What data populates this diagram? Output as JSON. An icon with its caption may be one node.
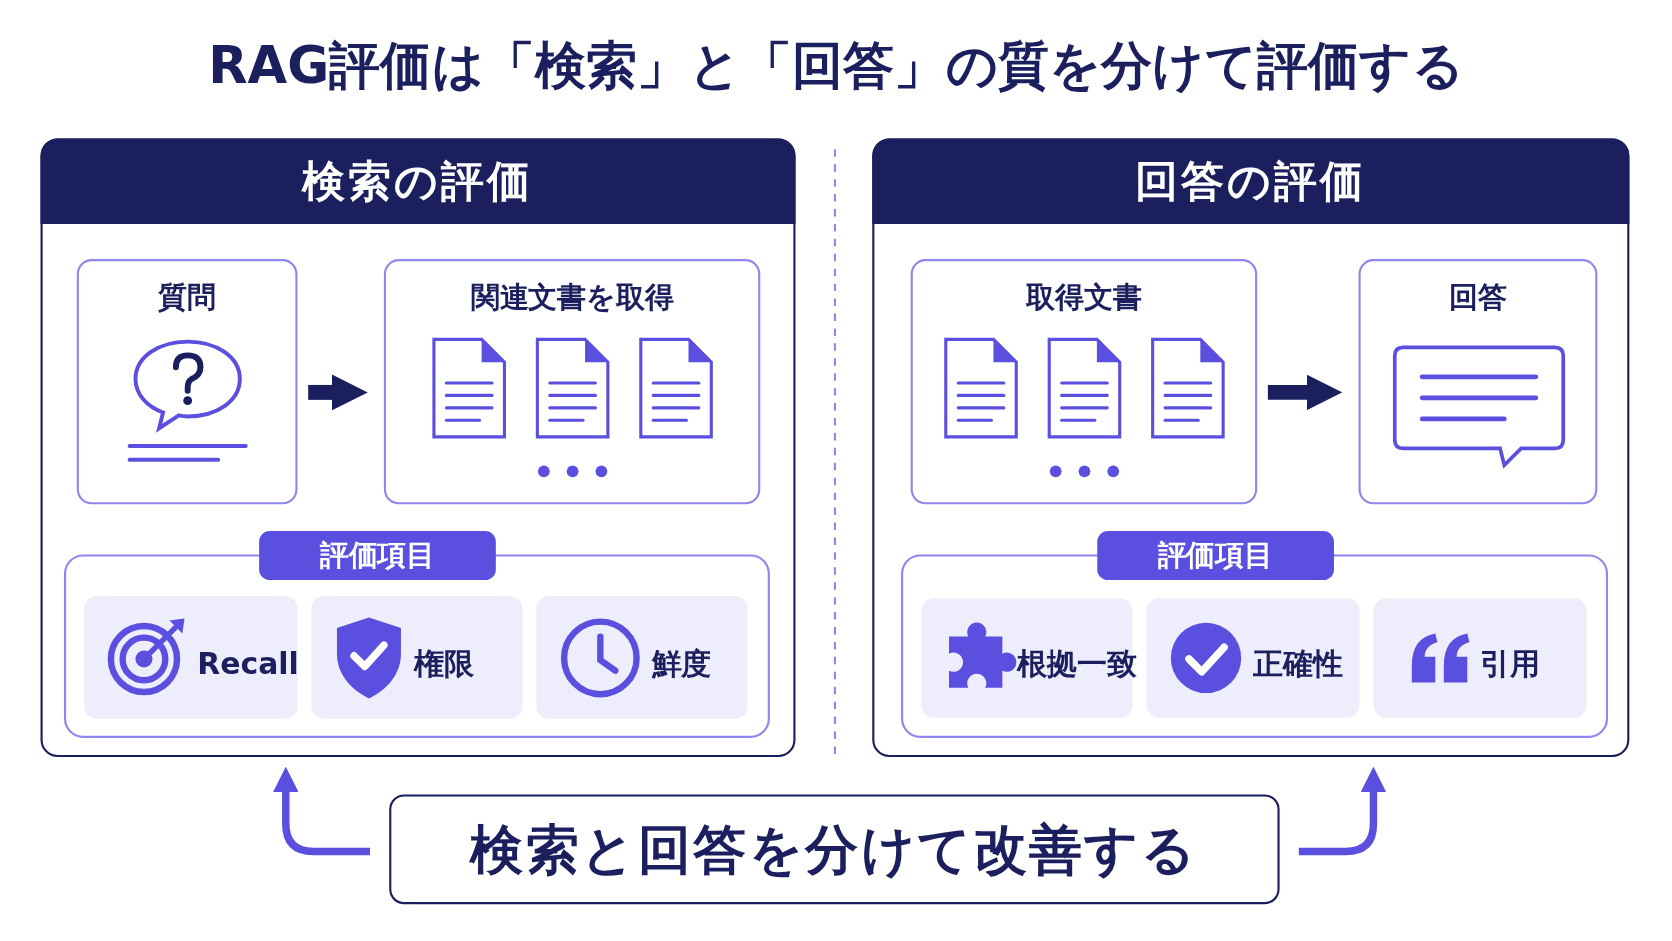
{
  "diagram": {
    "title": "RAG評価は「検索」と「回答」の質を分けて評価する",
    "nodes": [
      {
        "text": [
          "検索の評価"
        ]
      },
      {
        "text": [
          "質問"
        ],
        "in": 0
      },
      {
        "text": [
          "関連文書を取得"
        ],
        "in": 0
      },
      {
        "text": [
          "評価項目"
        ],
        "in": 0
      },
      {
        "text": [
          "Recall"
        ],
        "in": 3
      },
      {
        "text": [
          "権限"
        ],
        "in": 3
      },
      {
        "text": [
          "鮮度"
        ],
        "in": 3
      },
      {
        "text": [
          "回答の評価"
        ]
      },
      {
        "text": [
          "取得文書"
        ],
        "in": 7
      },
      {
        "text": [
          "回答"
        ],
        "in": 7
      },
      {
        "text": [
          "評価項目"
        ],
        "in": 7
      },
      {
        "text": [
          "根拠一致"
        ],
        "in": 10
      },
      {
        "text": [
          "正確性"
        ],
        "in": 10
      },
      {
        "text": [
          "引用"
        ],
        "in": 10
      },
      {
        "text": [
          "検索と回答を分けて改善する"
        ]
      }
    ],
    "edges": [
      {
        "from": 1,
        "to": 2,
        "arrow": "to",
        "style": "thick"
      },
      {
        "from": 8,
        "to": 9,
        "arrow": "to",
        "style": "thick"
      },
      {
        "from": 14,
        "to": 0,
        "arrow": "to",
        "color": "#5b4fe0"
      },
      {
        "from": 14,
        "to": 7,
        "arrow": "to",
        "color": "#5b4fe0"
      }
    ]
  }
}
